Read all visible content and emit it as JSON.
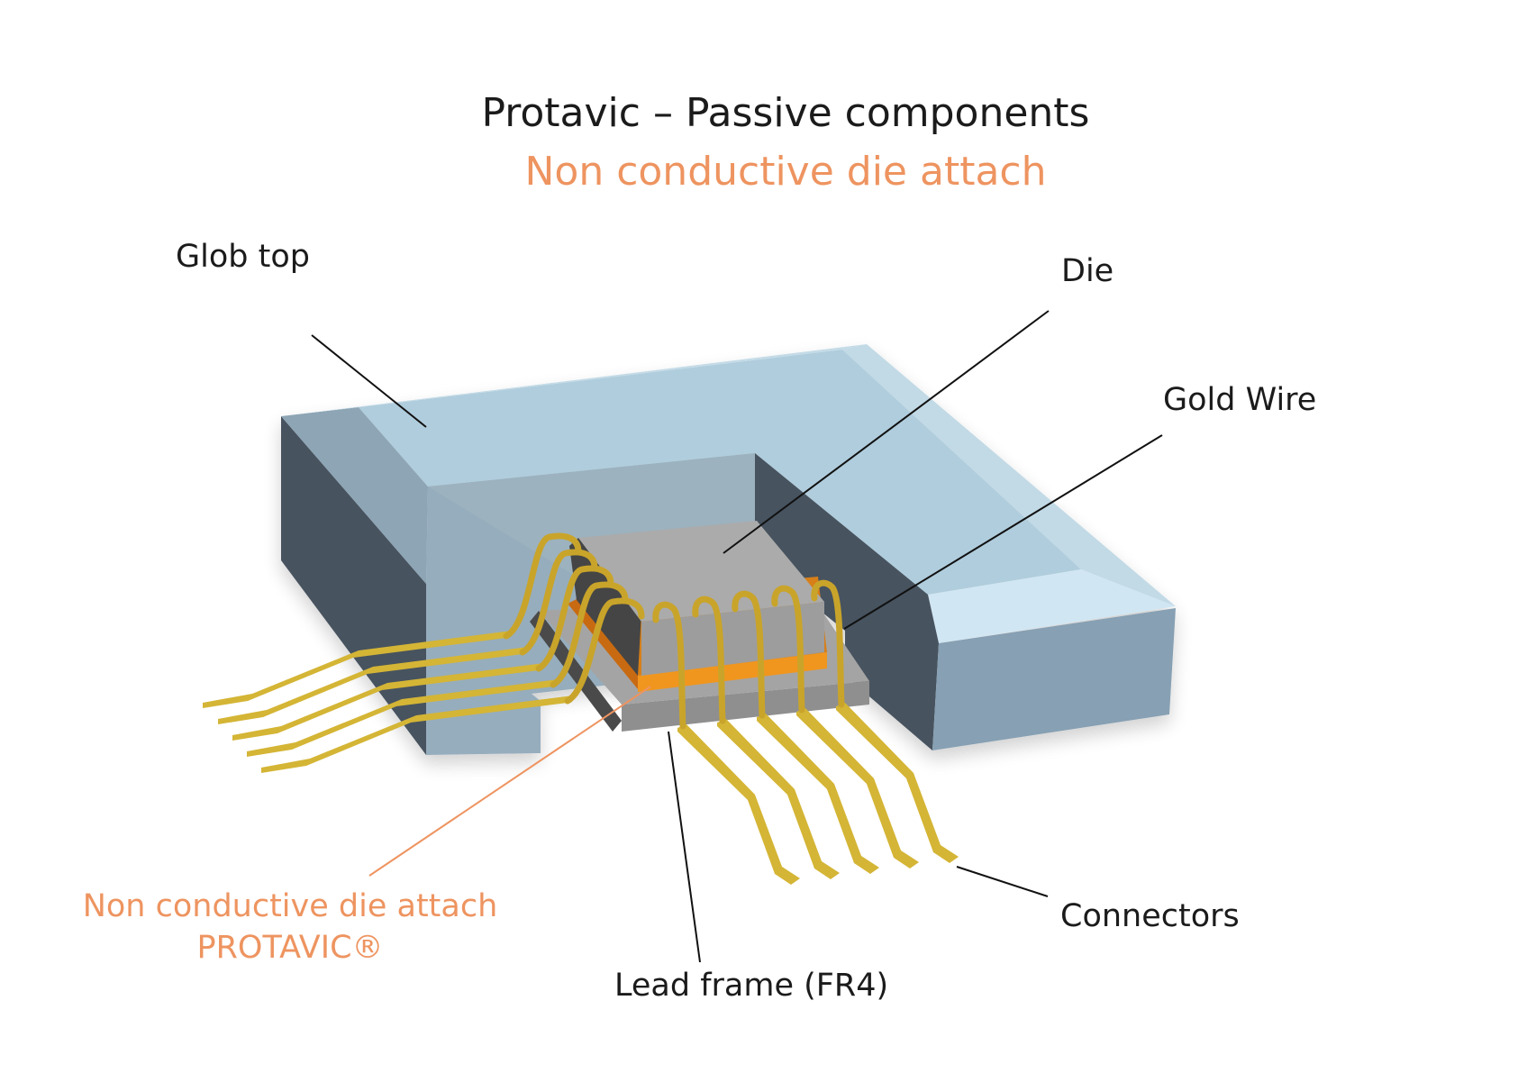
{
  "header": {
    "title": "Protavic – Passive components",
    "subtitle": "Non conductive die attach"
  },
  "labels": {
    "glob_top": "Glob top",
    "die": "Die",
    "gold_wire": "Gold Wire",
    "die_attach_line1": "Non conductive die attach",
    "die_attach_line2": "PROTAVIC®",
    "lead_frame": "Lead frame (FR4)",
    "connectors": "Connectors"
  },
  "colors": {
    "title": "#1b1b1b",
    "accent": "#ee9460",
    "glob_top_light": "#b0cddd",
    "glob_top_mid": "#8da5b5",
    "glob_top_dark": "#47535f",
    "die": "#a8a8a8",
    "die_attach": "#f0961e",
    "gold": "#d4b535"
  }
}
